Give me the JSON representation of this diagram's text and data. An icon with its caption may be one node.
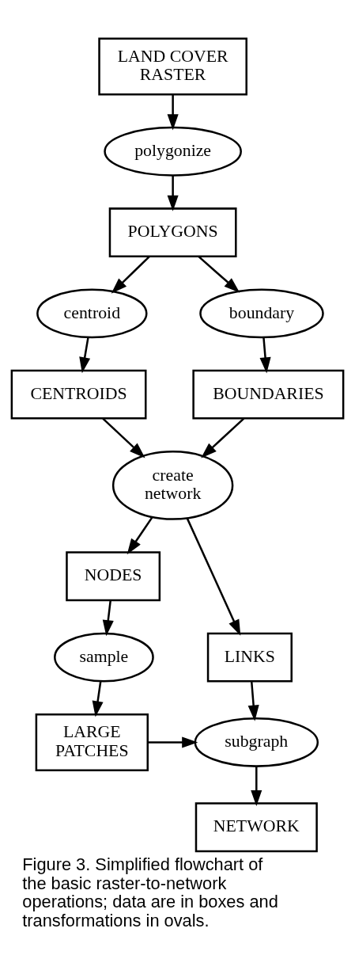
{
  "diagram": {
    "caption": "Figure 3. Simplified flowchart of the basic raster-to-network operations; data are in boxes and transformations in ovals.",
    "nodes": [
      {
        "text": [
          "LAND COVER RASTER"
        ]
      },
      {
        "text": [
          "polygonize"
        ]
      },
      {
        "text": [
          "POLYGONS"
        ]
      },
      {
        "text": [
          "centroid"
        ]
      },
      {
        "text": [
          "boundary"
        ]
      },
      {
        "text": [
          "CENTROIDS"
        ]
      },
      {
        "text": [
          "BOUNDARIES"
        ]
      },
      {
        "text": [
          "create network"
        ]
      },
      {
        "text": [
          "NODES"
        ]
      },
      {
        "text": [
          "LINKS"
        ]
      },
      {
        "text": [
          "sample"
        ]
      },
      {
        "text": [
          "LARGE PATCHES"
        ]
      },
      {
        "text": [
          "subgraph"
        ]
      },
      {
        "text": [
          "NETWORK"
        ]
      }
    ],
    "edges": [
      {
        "from": 0,
        "to": 1,
        "arrow": "to"
      },
      {
        "from": 1,
        "to": 2,
        "arrow": "to"
      },
      {
        "from": 2,
        "to": 3,
        "arrow": "to"
      },
      {
        "from": 2,
        "to": 4,
        "arrow": "to"
      },
      {
        "from": 3,
        "to": 5,
        "arrow": "to"
      },
      {
        "from": 4,
        "to": 6,
        "arrow": "to"
      },
      {
        "from": 5,
        "to": 7,
        "arrow": "to"
      },
      {
        "from": 6,
        "to": 7,
        "arrow": "to"
      },
      {
        "from": 7,
        "to": 8,
        "arrow": "to"
      },
      {
        "from": 7,
        "to": 9,
        "arrow": "to"
      },
      {
        "from": 8,
        "to": 10,
        "arrow": "to"
      },
      {
        "from": 10,
        "to": 11,
        "arrow": "to"
      },
      {
        "from": 11,
        "to": 12,
        "arrow": "to"
      },
      {
        "from": 9,
        "to": 12,
        "arrow": "to"
      },
      {
        "from": 12,
        "to": 13,
        "arrow": "to"
      }
    ]
  }
}
